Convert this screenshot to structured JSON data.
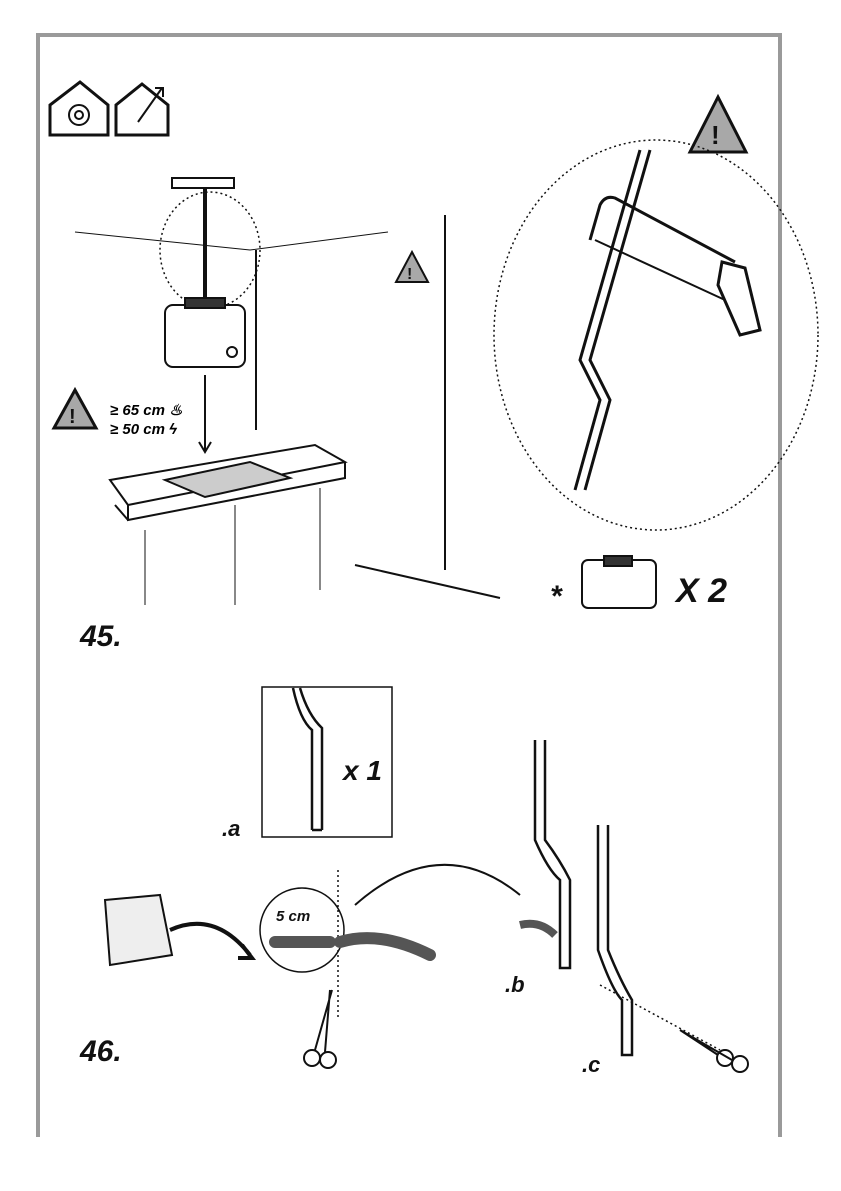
{
  "steps": {
    "step45": {
      "number": "45.",
      "distance_gas": "≥ 65 cm",
      "distance_electric": "≥ 50 cm",
      "quantity": "X 2",
      "asterisk": "*"
    },
    "step46": {
      "number": "46.",
      "part_a": ".a",
      "part_a_quantity": "x 1",
      "part_b": ".b",
      "part_c": ".c",
      "cut_length": "5 cm"
    }
  },
  "icons": [
    "recirculation-house-icon",
    "exhaust-house-icon",
    "warning-icon",
    "gas-flame-icon",
    "electric-icon",
    "scissors-icon",
    "hacksaw-icon"
  ],
  "colors": {
    "frame": "#9a9a9a",
    "warning_fill": "#a8a8a8"
  }
}
